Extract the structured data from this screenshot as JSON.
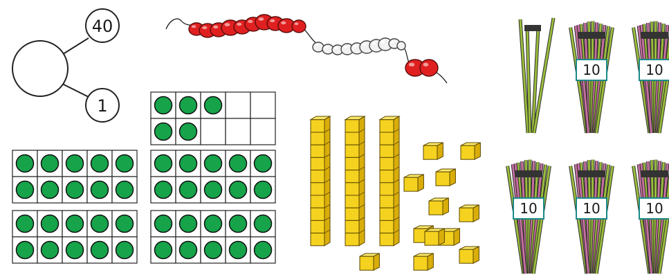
{
  "part_whole": {
    "whole": "",
    "parts": [
      "40",
      "1"
    ]
  },
  "ten_frames": [
    {
      "filled": 5,
      "rows": 2
    },
    {
      "filled": 10,
      "rows": 2
    },
    {
      "filled": 10,
      "rows": 2
    },
    {
      "filled": 10,
      "rows": 2
    },
    {
      "filled": 10,
      "rows": 2
    }
  ],
  "bead_string": [
    {
      "color": "red",
      "count": 10
    },
    {
      "color": "white",
      "count": 10
    },
    {
      "color": "red",
      "count": 2
    }
  ],
  "base_ten": {
    "tens": 3,
    "ones": 12
  },
  "straw_bundles": {
    "loose_straws": 4,
    "bundles": [
      {
        "label": "10"
      },
      {
        "label": "10"
      },
      {
        "label": "10"
      },
      {
        "label": "10"
      },
      {
        "label": "10"
      }
    ]
  },
  "colors": {
    "counter_green": "#16a34a",
    "bead_red": "#e02020",
    "cube_yellow": "#f5d21f",
    "tag_border": "#1a8a8a",
    "straw_green": "#9bbd3c",
    "straw_pink": "#c66fa0"
  }
}
